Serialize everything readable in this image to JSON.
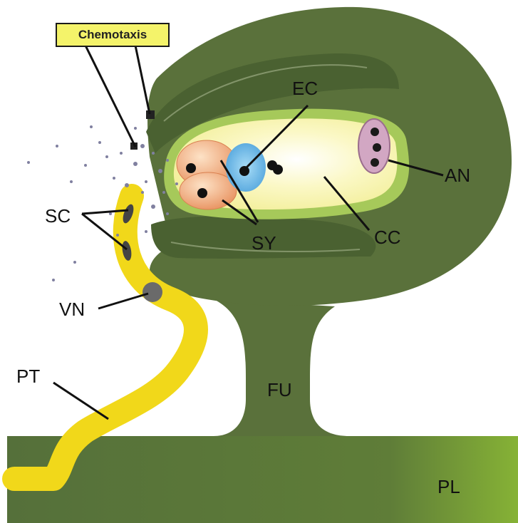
{
  "labels": {
    "chemotaxis": "Chemotaxis",
    "ec": "EC",
    "an": "AN",
    "sc": "SC",
    "sy": "SY",
    "cc": "CC",
    "vn": "VN",
    "pt": "PT",
    "fu": "FU",
    "pl": "PL"
  },
  "colors": {
    "tissue": "#59703c",
    "tissue_dark": "#3f5029",
    "placenta_light": "#7aa33a",
    "embryo_sac_rim": "#a6c95a",
    "central_cell": "#fbf7b4",
    "pollen_tube": "#f1d81a",
    "synergid": "#f0a878",
    "egg_cell": "#6cb7e8",
    "antipodal": "#c79ab8",
    "label_box": "#f4f36a"
  }
}
